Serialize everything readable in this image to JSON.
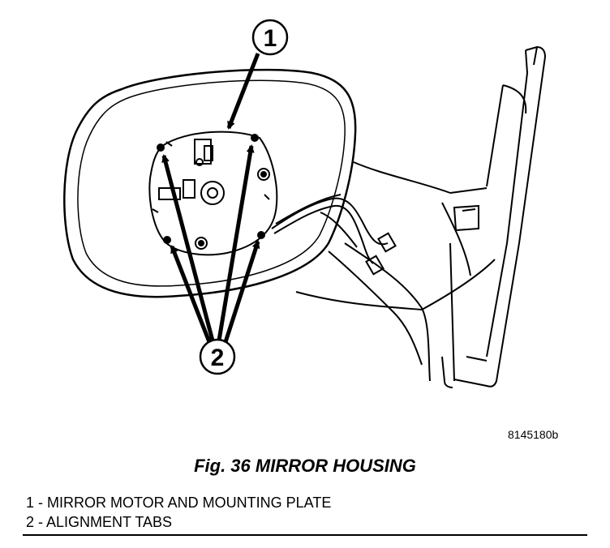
{
  "callouts": {
    "one": "1",
    "two": "2"
  },
  "image_id": "8145180b",
  "caption": "Fig. 36 MIRROR HOUSING",
  "legend": [
    "1 - MIRROR MOTOR AND MOUNTING PLATE",
    "2 - ALIGNMENT TABS"
  ],
  "colors": {
    "ink": "#000000",
    "paper": "#ffffff"
  }
}
